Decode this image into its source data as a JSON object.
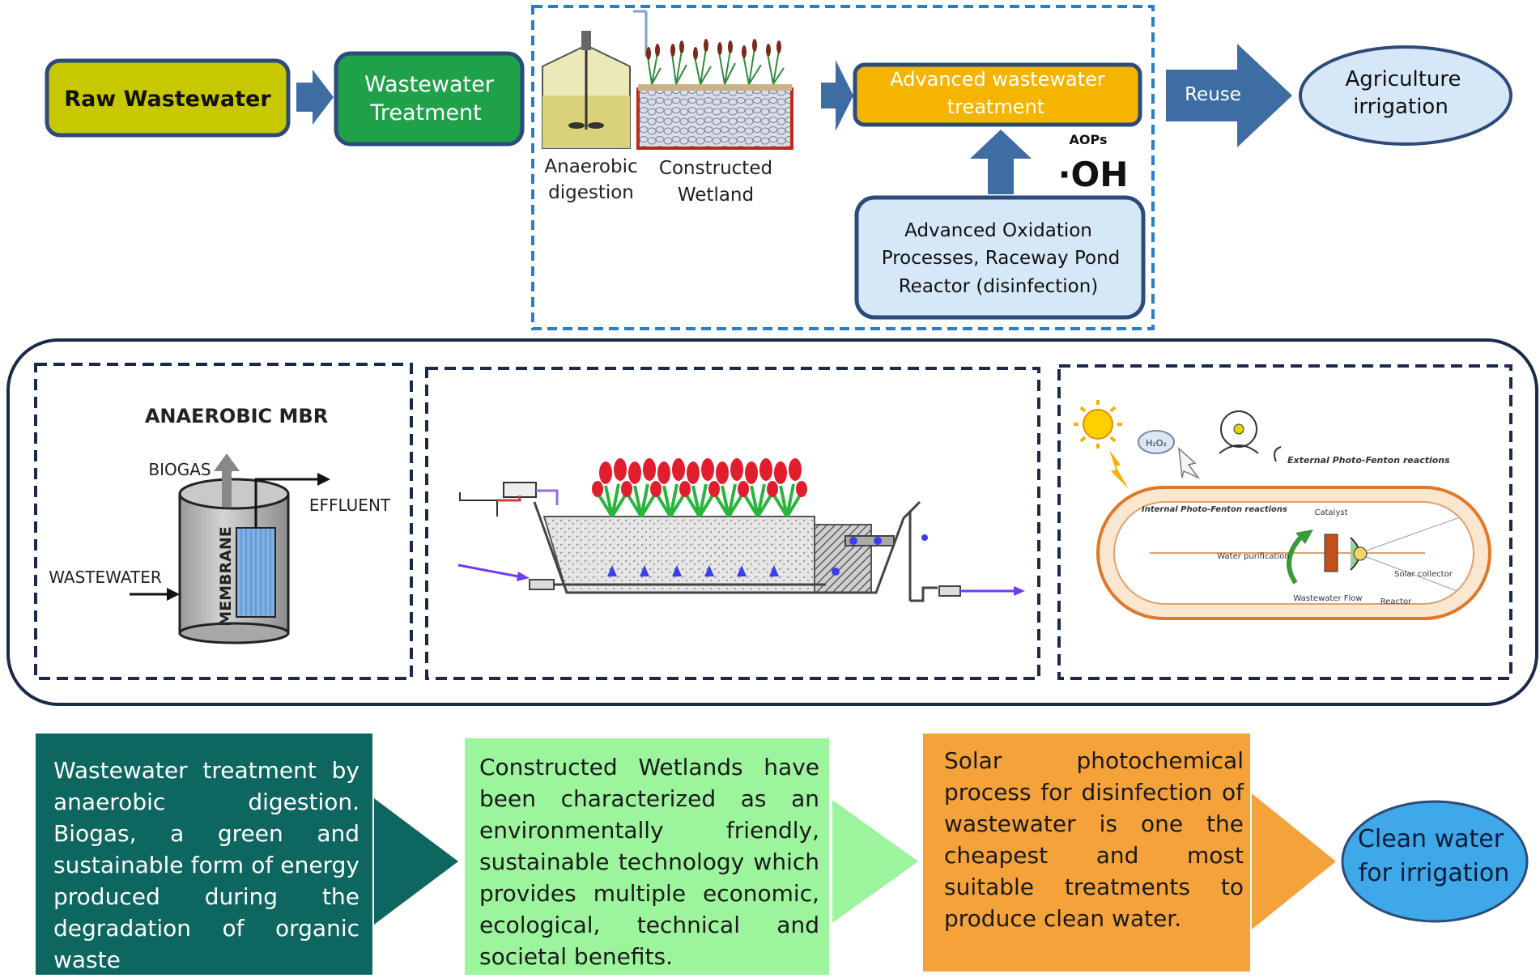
{
  "top_flow": {
    "raw": "Raw Wastewater",
    "treatment": [
      "Wastewater",
      "Treatment"
    ],
    "anaerobic": [
      "Anaerobic",
      "digestion"
    ],
    "wetland": [
      "Constructed",
      "Wetland"
    ],
    "advanced": [
      "Advanced wastewater",
      "treatment"
    ],
    "aops": "AOPs",
    "oh": "·OH",
    "aop_box": [
      "Advanced Oxidation",
      "Processes,  Raceway Pond",
      "Reactor (disinfection)"
    ],
    "reuse": "Reuse",
    "agriculture": [
      "Agriculture",
      "irrigation"
    ]
  },
  "middle": {
    "mbr": {
      "title": "ANAEROBIC MBR",
      "biogas": "BIOGAS",
      "effluent": "EFFLUENT",
      "wastewater": "WASTEWATER",
      "membrane": "MEMBRANE"
    },
    "raceway": {
      "external": "External Photo-Fenton reactions",
      "internal": "Internal Photo-Fenton reactions",
      "catalyst": "Catalyst",
      "water_purification": "Water purification",
      "solar_collector": "Solar collector",
      "wastewater_flow": "Wastewater Flow",
      "reactor": "Reactor",
      "h2o2": "H₂O₂"
    }
  },
  "bottom": {
    "anaerobic_text": "Wastewater treatment by anaerobic digestion. Biogas, a green and sustainable form of energy produced during the degradation of organic waste",
    "wetland_text": "Constructed Wetlands have been characterized as an environmentally friendly, sustainable technology which provides multiple economic, ecological, technical and societal benefits.",
    "solar_text": "Solar photochemical process for disinfection of wastewater is one the cheapest and most suitable treatments to produce clean water.",
    "clean": [
      "Clean water",
      "for irrigation"
    ]
  },
  "colors": {
    "raw": "#c8c800",
    "treatment": "#1fa14a",
    "advanced": "#f5b400",
    "arrow_blue": "#3d6da3",
    "light_blue": "#d6e8f7",
    "teal": "#0e6660",
    "light_green": "#9cf59c",
    "orange": "#f6a23b",
    "clean_blue": "#3fa8e8",
    "navy": "#1a2b4a"
  }
}
